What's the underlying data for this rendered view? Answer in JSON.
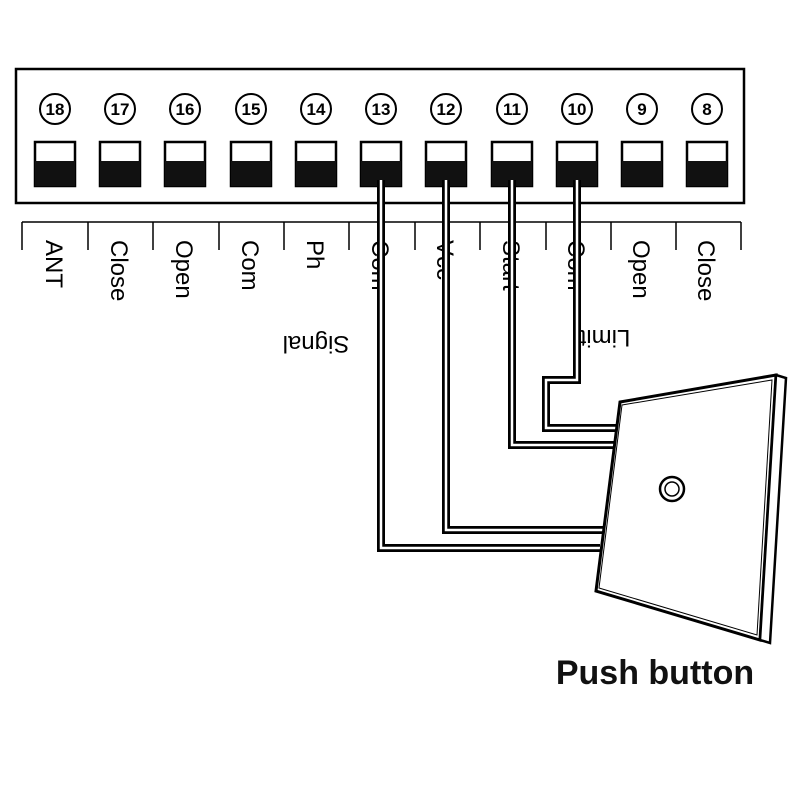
{
  "terminal_block": {
    "terminals": [
      {
        "number": "18",
        "label": "ANT"
      },
      {
        "number": "17",
        "label": "Close"
      },
      {
        "number": "16",
        "label": "Open"
      },
      {
        "number": "15",
        "label": "Com"
      },
      {
        "number": "14",
        "label": "Ph"
      },
      {
        "number": "13",
        "label": "Com"
      },
      {
        "number": "12",
        "label": "Vcc"
      },
      {
        "number": "11",
        "label": "Start"
      },
      {
        "number": "10",
        "label": "Com"
      },
      {
        "number": "9",
        "label": "Open"
      },
      {
        "number": "8",
        "label": "Close"
      }
    ],
    "group_labels": {
      "signal": "Signal",
      "limit": "Limit"
    }
  },
  "device": {
    "name": "Push button"
  },
  "colors": {
    "ink": "#000000",
    "panel_fill": "#ffffff"
  }
}
